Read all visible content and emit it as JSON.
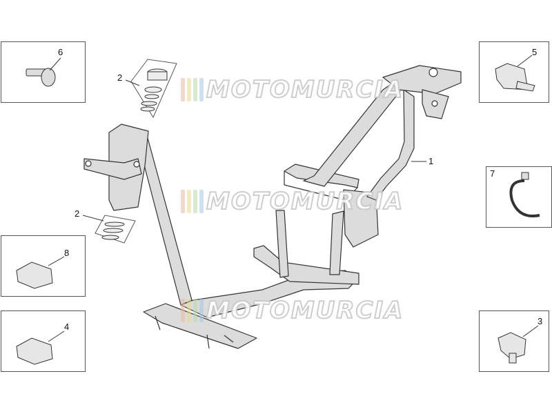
{
  "watermark": {
    "text": "MOTOMURCIA",
    "bar_colors": [
      "#e8b9a0",
      "#e8d890",
      "#bcd9a8",
      "#a8c8e0"
    ],
    "stroke_color": "#c9c9c9"
  },
  "callouts": {
    "frame": "1",
    "bearing_upper": "2",
    "bearing_lower": "2",
    "clip_lower_right": "3",
    "clip_lower_left": "4",
    "clamp_upper_right": "5",
    "screw": "6",
    "cable_tie": "7",
    "clip_mid_left": "8"
  },
  "colors": {
    "frame_fill": "#dcdcdc",
    "line": "#333333",
    "box_border": "#555555"
  }
}
